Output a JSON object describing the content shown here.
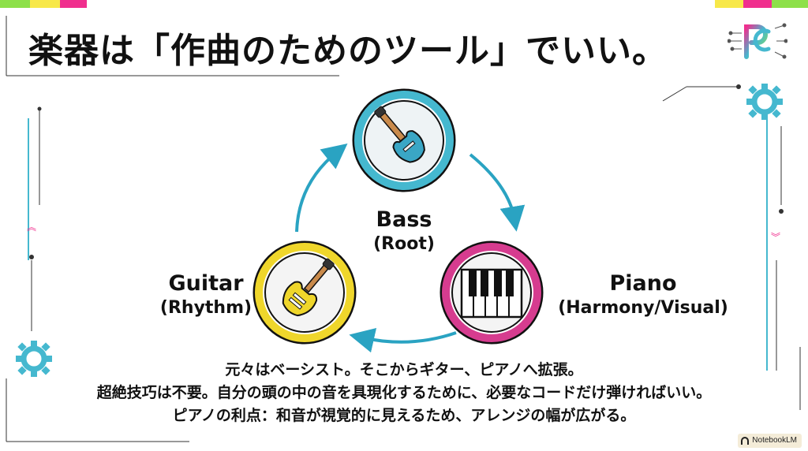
{
  "title": "楽器は「作曲のためのツール」でいい。",
  "nodes": {
    "bass": {
      "name": "Bass",
      "role": "(Root)",
      "icon": "bass-guitar-icon"
    },
    "piano": {
      "name": "Piano",
      "role": "(Harmony/Visual)",
      "icon": "piano-keys-icon"
    },
    "guitar": {
      "name": "Guitar",
      "role": "(Rhythm)",
      "icon": "electric-guitar-icon"
    }
  },
  "body_lines": [
    "元々はベーシスト。そこからギター、ピアノへ拡張。",
    "超絶技巧は不要。自分の頭の中の音を具現化するために、必要なコードだけ弾ければいい。",
    "ピアノの利点：和音が視覚的に見えるため、アレンジの幅が広がる。"
  ],
  "badge": "NotebookLM",
  "colors": {
    "bass_ring": "#45b8cf",
    "piano_ring": "#d63c8f",
    "guitar_ring": "#efd62b",
    "arrow": "#2aa3c2",
    "accent_green": "#8de04a",
    "accent_pink": "#f02f8e",
    "accent_yellow": "#f7e84a"
  }
}
